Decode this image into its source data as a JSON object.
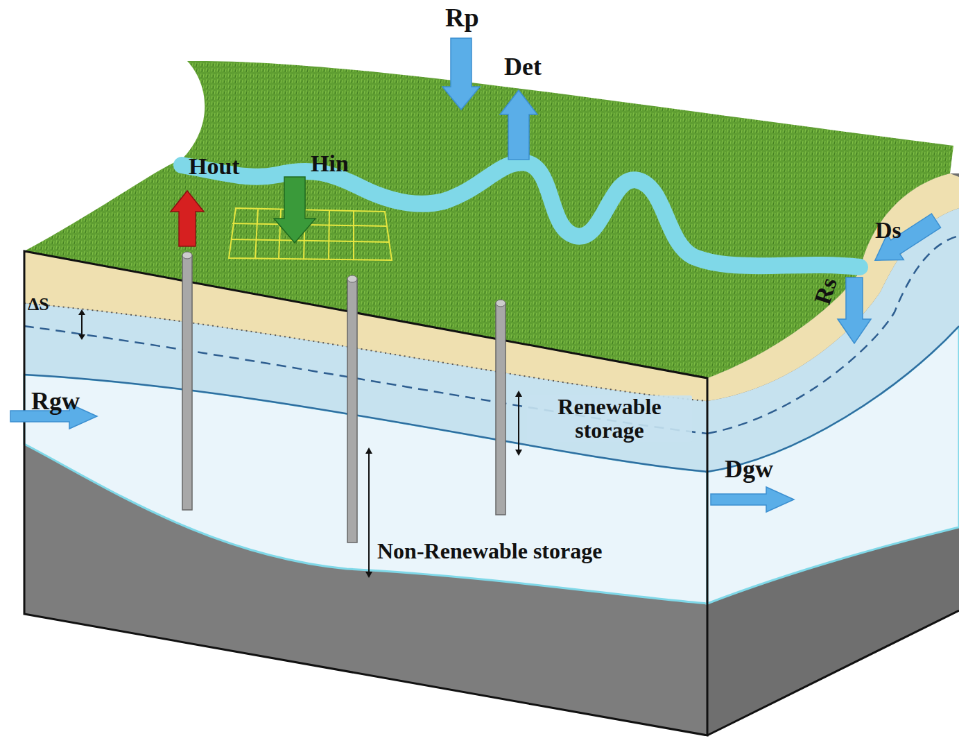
{
  "diagram": {
    "labels": [
      "Rp",
      "Det",
      "Hout",
      "Hin",
      "Ds",
      "Rs",
      "ΔS",
      "Rgw",
      "Renewable storage",
      "Non-Renewable storage",
      "Dgw"
    ]
  }
}
